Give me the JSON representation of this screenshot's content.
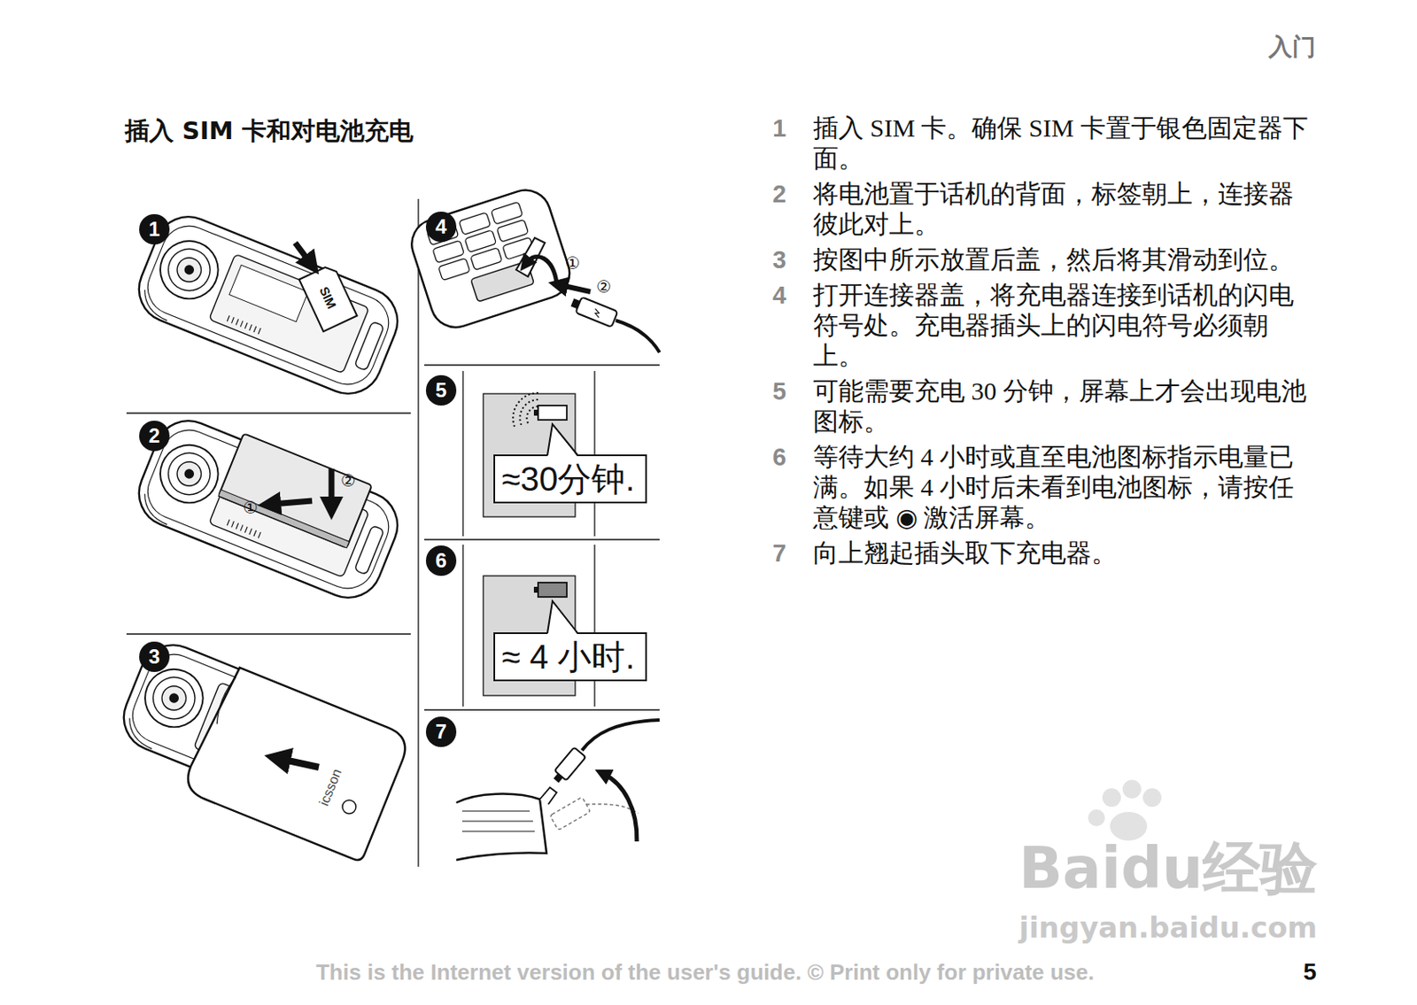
{
  "diagram": {
    "title": "插入 SIM 卡和对电池充电",
    "nodes": [
      {
        "text": [
          "1"
        ]
      },
      {
        "text": [
          "2"
        ]
      },
      {
        "text": [
          "3"
        ]
      },
      {
        "text": [
          "4"
        ]
      },
      {
        "text": [
          "5"
        ]
      },
      {
        "text": [
          "≈30分钟."
        ]
      },
      {
        "text": [
          "6"
        ]
      },
      {
        "text": [
          "≈ 4 小时."
        ]
      },
      {
        "text": [
          "7"
        ]
      }
    ],
    "labels": [
      "入门",
      "1",
      "插入 SIM 卡。确保 SIM 卡置于银色固定器下面。",
      "2",
      "将电池置于话机的背面，标签朝上，连接器彼此对上。",
      "3",
      "按图中所示放置后盖，然后将其滑动到位。",
      "4",
      "打开连接器盖，将充电器连接到话机的闪电符号处。充电器插头上的闪电符号必须朝上。",
      "5",
      "可能需要充电 30 分钟，屏幕上才会出现电池图标。",
      "6",
      "等待大约 4 小时或直至电池图标指示电量已满。如果 4 小时后未看到电池图标，请按任意键或 ◉ 激活屏幕。",
      "7",
      "向上翘起插头取下充电器。",
      "SIM",
      "①",
      "②",
      "icsson",
      "①",
      "②",
      "This is the Internet version of the user's guide. © Print only for private use.",
      "5",
      "Baidu经验",
      "jingyan.baidu.com"
    ]
  }
}
